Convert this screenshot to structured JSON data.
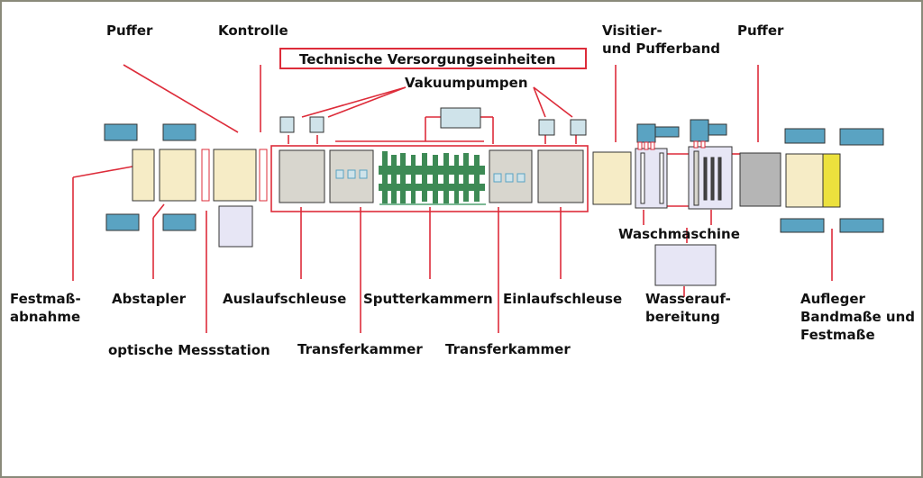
{
  "labels": {
    "puffer_left": "Puffer",
    "kontrolle": "Kontrolle",
    "versorgung": "Technische Versorgungseinheiten",
    "vakuumpumpen": "Vakuumpumpen",
    "visitier": "Visitier-\nund Pufferband",
    "puffer_right": "Puffer",
    "festmass": "Festmaß-\nabnahme",
    "abstapler": "Abstapler",
    "auslauf": "Auslaufschleuse",
    "sputter": "Sputterkammern",
    "einlauf": "Einlaufschleuse",
    "wasseraufbereitung": "Wasserauf-\nbereitung",
    "aufleger": "Aufleger\nBandmaße und\nFestmaße",
    "waschmaschine": "Waschmaschine",
    "optische": "optische Messstation",
    "transfer_left": "Transferkammer",
    "transfer_right": "Transferkammer"
  },
  "colors": {
    "line": "#dd2c3a",
    "blue_box": "#5aa3c2",
    "light_blue_box": "#cfe3ea",
    "cream": "#f6ecc6",
    "gray": "#d8d6ce",
    "dark_gray": "#b5b5b5",
    "lavender": "#e7e6f5",
    "green": "#3d8a55",
    "yellow": "#ece13d"
  }
}
